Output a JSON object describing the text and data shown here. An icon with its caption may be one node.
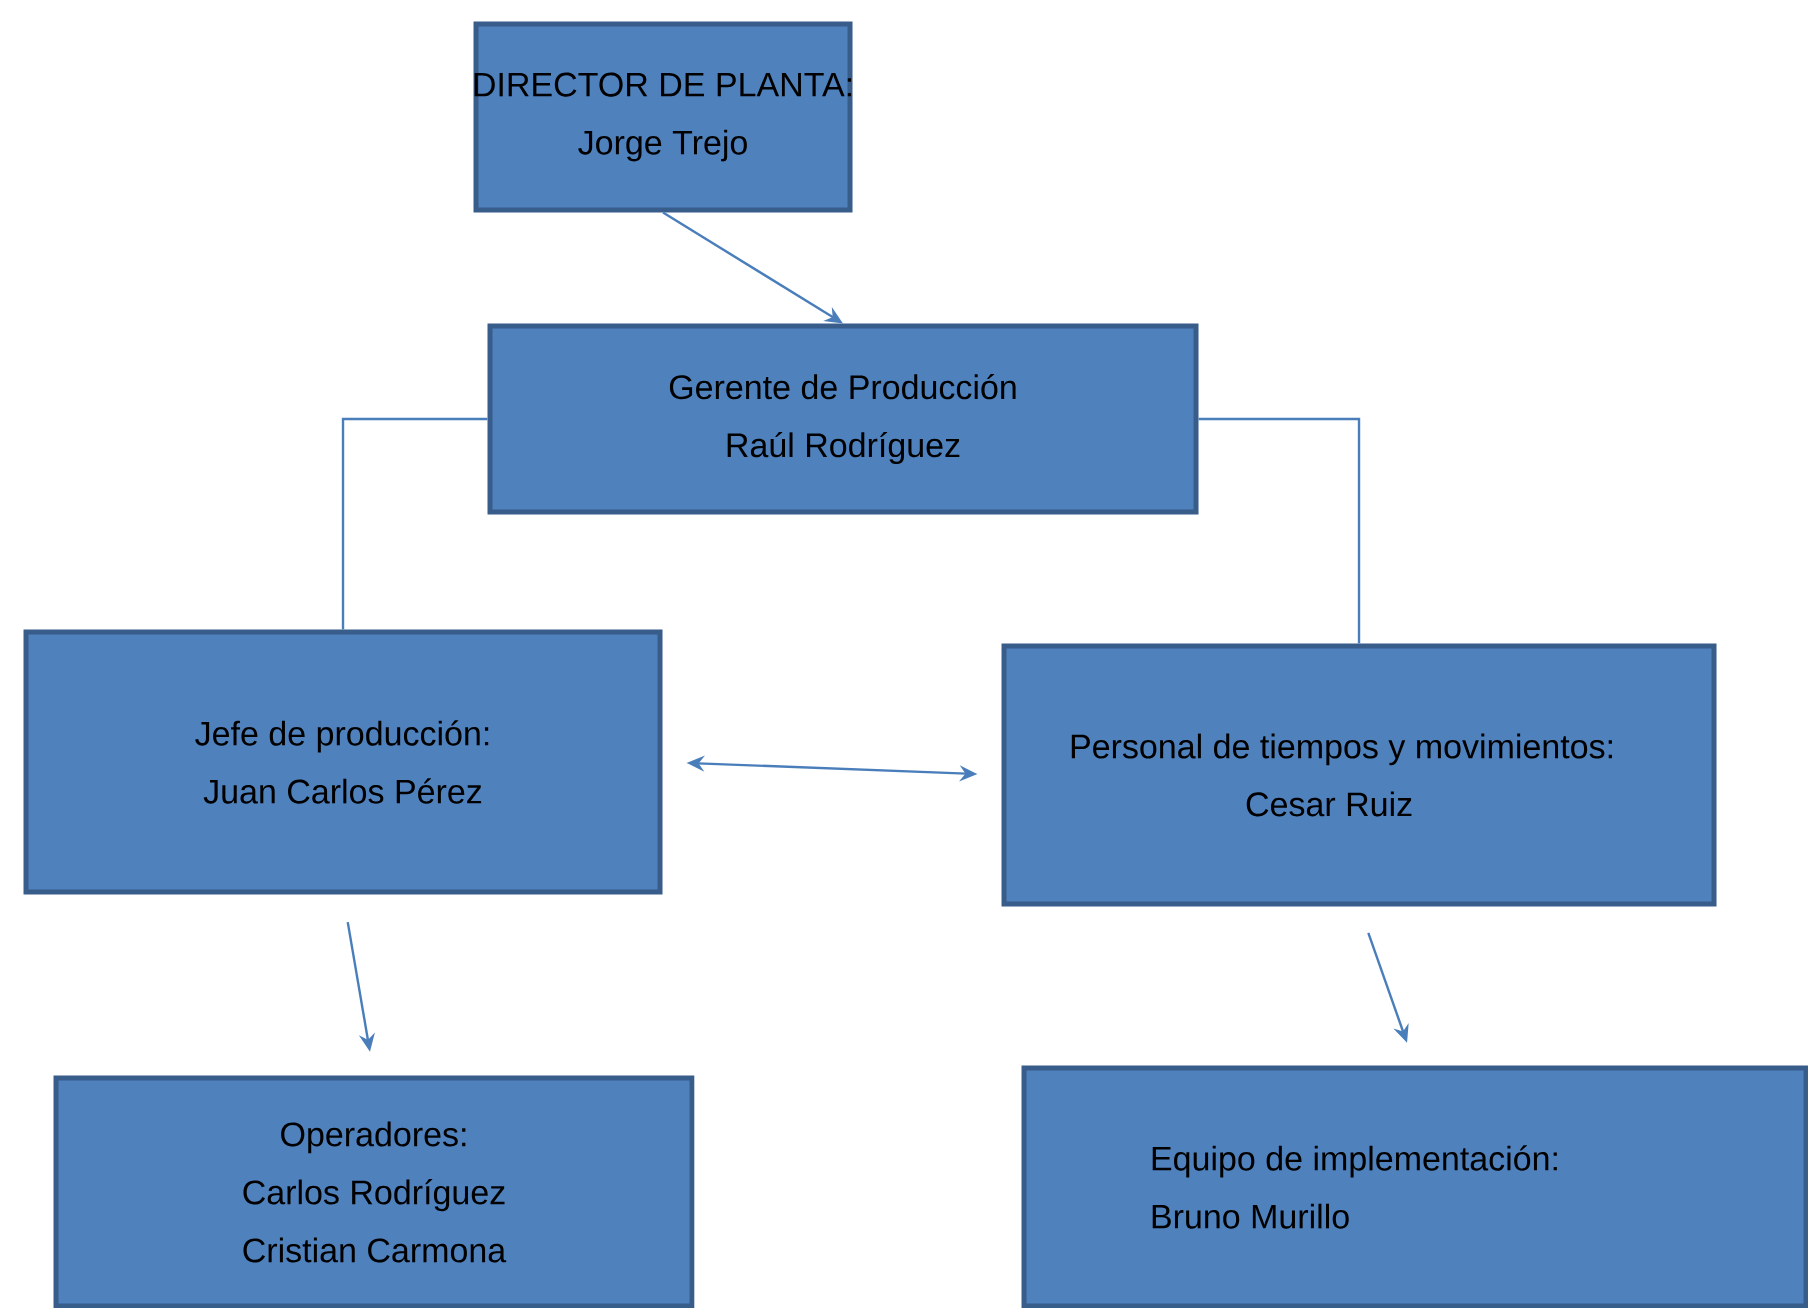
{
  "diagram": {
    "nodes": [
      {
        "text": [
          "DIRECTOR DE PLANTA:",
          "Jorge Trejo"
        ]
      },
      {
        "text": [
          "Gerente de Producción",
          "Raúl Rodríguez"
        ]
      },
      {
        "text": [
          "Jefe de producción:",
          "Juan Carlos Pérez"
        ]
      },
      {
        "text": [
          "Personal de tiempos y movimientos:",
          "Cesar Ruiz"
        ]
      },
      {
        "text": [
          "Operadores:",
          "Carlos Rodríguez",
          "Cristian Carmona"
        ]
      },
      {
        "text": [
          "Equipo de implementación:",
          "Bruno Murillo"
        ]
      }
    ],
    "edges": [
      {
        "from": 0,
        "to": 1,
        "arrow": "to"
      },
      {
        "from": 1,
        "to": 2,
        "arrow": "none"
      },
      {
        "from": 1,
        "to": 3,
        "arrow": "none"
      },
      {
        "from": 2,
        "to": 3,
        "arrow": "both"
      },
      {
        "from": 2,
        "to": 4,
        "arrow": "to"
      },
      {
        "from": 3,
        "to": 5,
        "arrow": "to"
      }
    ]
  }
}
